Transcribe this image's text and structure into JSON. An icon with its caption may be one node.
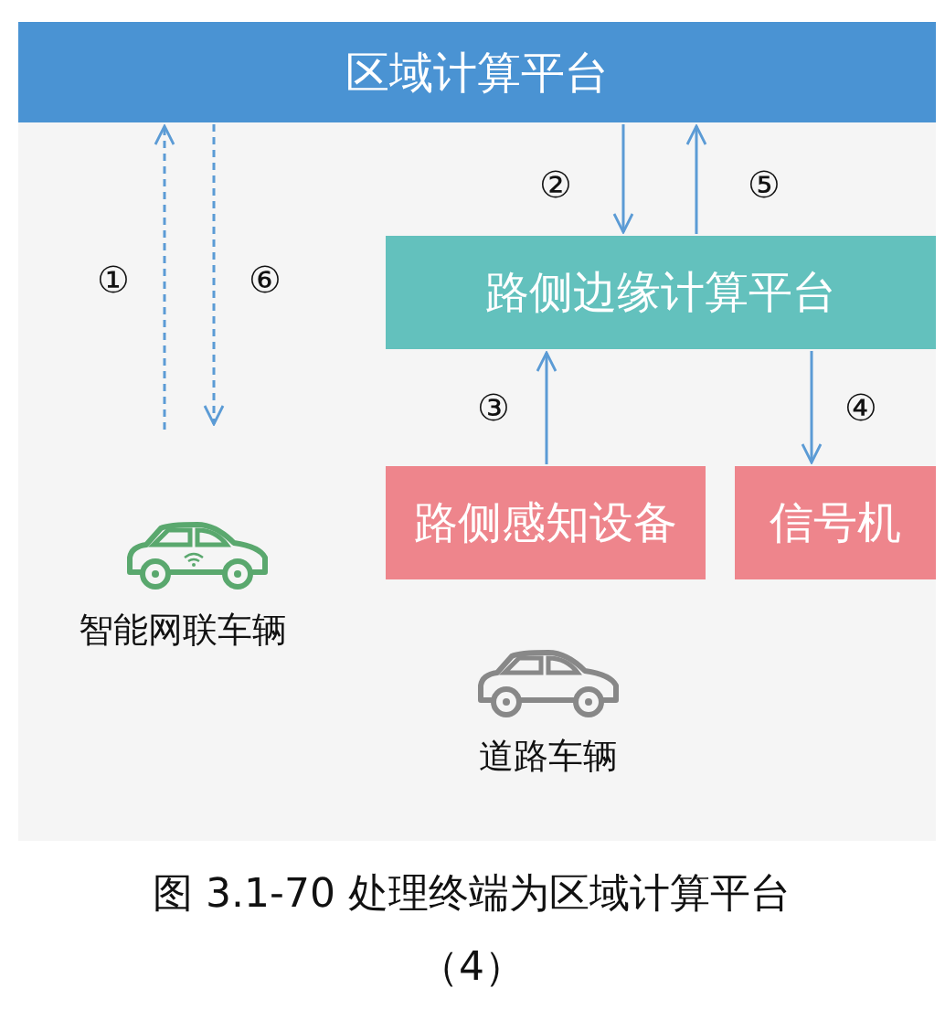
{
  "diagram": {
    "caption": "图 3.1-70 处理终端为区域计算平台（4）",
    "nodes": [
      {
        "text": [
          "区域计算平台"
        ]
      },
      {
        "text": [
          "路侧边缘计算平台"
        ]
      },
      {
        "text": [
          "路侧感知设备"
        ]
      },
      {
        "text": [
          "信号机"
        ]
      }
    ],
    "edges": [
      {
        "from": null,
        "to": 0,
        "arrow": "to",
        "label": "①",
        "style": "dashed"
      },
      {
        "from": 0,
        "to": null,
        "arrow": "to",
        "label": "⑥",
        "style": "dashed"
      },
      {
        "from": 0,
        "to": 1,
        "arrow": "to",
        "label": "②"
      },
      {
        "from": 1,
        "to": 0,
        "arrow": "to",
        "label": "⑤"
      },
      {
        "from": 2,
        "to": 1,
        "arrow": "to",
        "label": "③"
      },
      {
        "from": 1,
        "to": 3,
        "arrow": "to",
        "label": "④"
      }
    ],
    "labels": [
      "智能网联车辆",
      "道路车辆"
    ]
  }
}
